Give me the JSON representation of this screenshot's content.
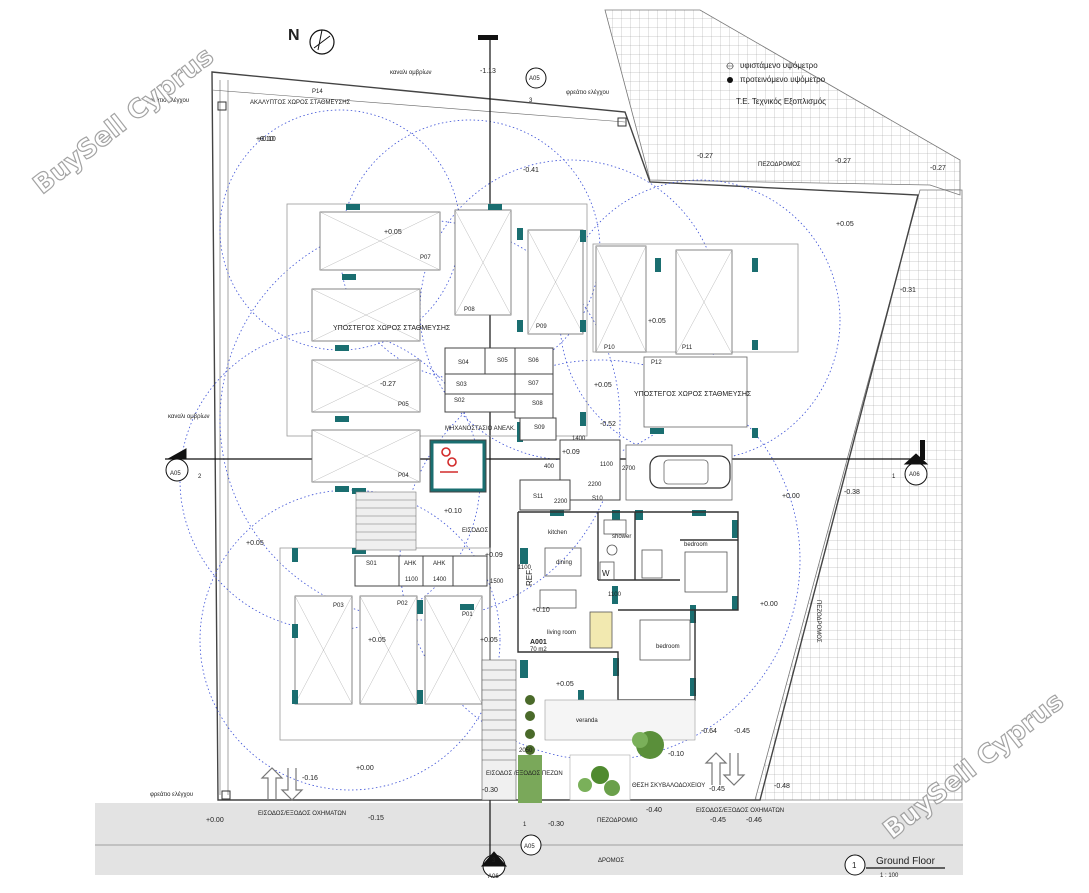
{
  "watermark": "BuySell Cyprus",
  "north": "N",
  "legend": {
    "existing": "υφιστάμενο υψόμετρο",
    "proposed": "προτεινόμενο υψόμετρο",
    "equipment": "Τ.Ε. Τεχνικός Εξοπλισμός"
  },
  "labels": {
    "rain_channel": "καναλι ομβρίων",
    "rain_channel_2": "καναλι ομβρίων",
    "inspection_pit": "φρεάτιο ελέγχου",
    "inspection_pit_2": "φρεάτιο ελέγχου",
    "inspection_pit_3": "φρεάτιο ελέγχου",
    "uncovered_parking": "ΑΚΑΛΥΠΤΟΣ ΧΩΡΟΣ ΣΤΑΘΜΕΥΣΗΣ",
    "covered_parking_left": "ΥΠΟΣΤΕΓΟΣ ΧΩΡΟΣ ΣΤΑΘΜΕΥΣΗΣ",
    "covered_parking_right": "ΥΠΟΣΤΕΓΟΣ ΧΩΡΟΣ ΣΤΑΘΜΕΥΣΗΣ",
    "mech_room": "ΜΗΧΑΝΟΣΤΑΣΙΟ ΑΝΕΛΚ.",
    "entrance": "ΕΙΣΟΔΟΣ",
    "sidewalk_top": "ΠΕΖΟΔΡΟΜΟΣ",
    "sidewalk_right": "ΠΕΖΟΔΡΟΜΟΣ",
    "sidewalk_bottom": "ΠΕΖΟΔΡΟΜΙΟ",
    "road": "ΔΡΟΜΟΣ",
    "vehicle_entry_left": "ΕΙΣΟΔΟΣ/ΕΞΟΔΟΣ ΟΧΗΜΑΤΩΝ",
    "vehicle_entry_right": "ΕΙΣΟΔΟΣ/ΕΞΟΔΟΣ ΟΧΗΜΑΤΩΝ",
    "pedestrian_entry": "ΕΙΣΟΔΟΣ /ΕΞΟΔΟΣ ΠΕΖΩΝ",
    "bin_area": "ΘΕΣΗ ΣΚΥΒΑΛΟΔΟΧΕΙΟΥ",
    "veranda": "veranda",
    "kitchen": "kitchen",
    "dining": "dining",
    "living": "living room",
    "bedroom1": "bedroom",
    "bedroom2": "bedroom",
    "shower": "shower",
    "wc": "W",
    "ref": "REF.",
    "unit": "A001",
    "unit_area": "70 m2"
  },
  "parking": [
    "P07",
    "P08",
    "P09",
    "P10",
    "P11",
    "P12",
    "P14",
    "P05",
    "P04",
    "P03",
    "P02",
    "P01"
  ],
  "storage": [
    "S01",
    "S02",
    "S03",
    "S04",
    "S05",
    "S06",
    "S07",
    "S08",
    "S09",
    "S10",
    "S11",
    "ΑΗΚ",
    "ΑΗΚ"
  ],
  "dims": [
    "1400",
    "1100",
    "2200",
    "2200",
    "1100",
    "1400",
    "1500",
    "1100",
    "2700",
    "400",
    "2050",
    "1100"
  ],
  "levels": [
    "-1.13",
    "+0.10",
    "+0.10",
    "-0.41",
    "-0.27",
    "-0.27",
    "-0.27",
    "+0.05",
    "+0.05",
    "-0.31",
    "+0.05",
    "-0.27",
    "+0.05",
    "-0.52",
    "+0.09",
    "+0.00",
    "-0.38",
    "+0.10",
    "+0.05",
    "+0.09",
    "+0.10",
    "+0.00",
    "+0.05",
    "+0.05",
    "+0.05",
    "-0.64",
    "-0.45",
    "-0.10",
    "-0.45",
    "-0.48",
    "+0.00",
    "-0.16",
    "-0.30",
    "+0.00",
    "-0.15",
    "-0.30",
    "-0.40",
    "-0.45",
    "-0.46"
  ],
  "sections": {
    "top": "A05",
    "left": "A05",
    "right": "A06",
    "bottom": "A05",
    "bottom_ref": "A06",
    "num3": "3",
    "num2": "2",
    "num1": "1"
  },
  "title": {
    "number": "1",
    "name": "Ground Floor",
    "scale": "1 : 100"
  },
  "colors": {
    "accent": "#1a6e70",
    "blue_dash": "#3a4fd6",
    "red": "#d22b2b",
    "pavement": "#e3e3e3"
  }
}
